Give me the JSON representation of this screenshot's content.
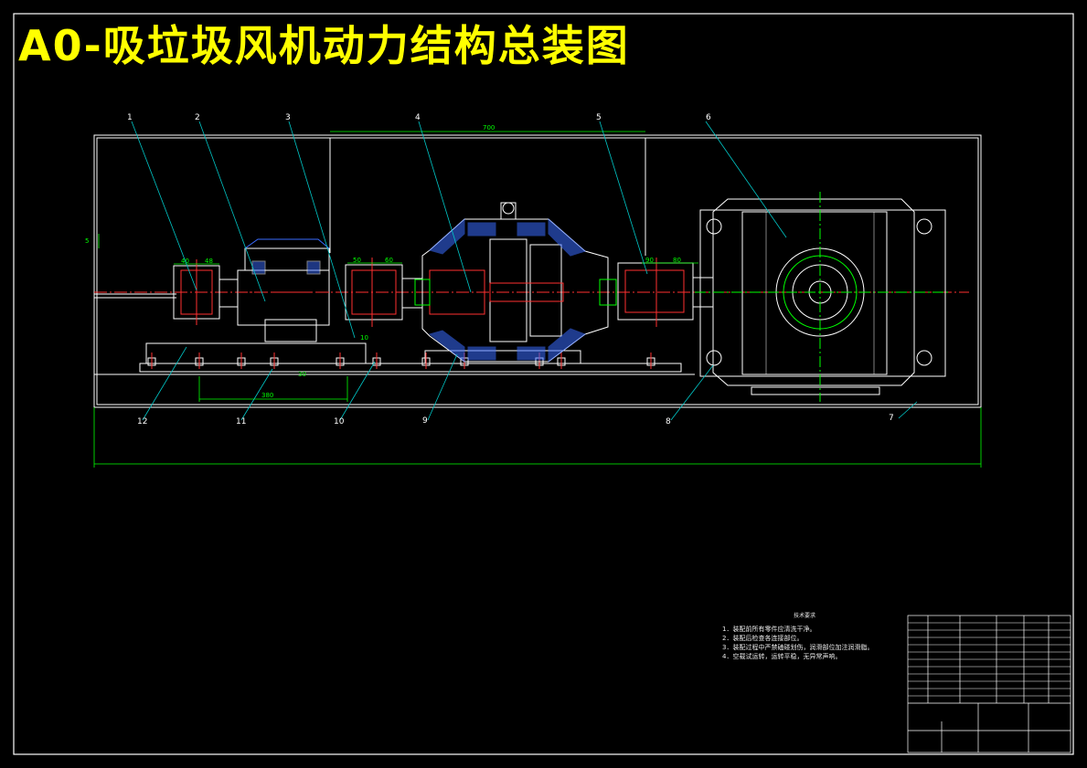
{
  "title": "A0-吸垃圾风机动力结构总装图",
  "balloons": [
    "1",
    "2",
    "3",
    "4",
    "5",
    "6",
    "7",
    "8",
    "9",
    "10",
    "11",
    "12"
  ],
  "dimensions": {
    "d_top": "700",
    "d_40": "40",
    "d_48": "48",
    "d_50": "50",
    "d_60": "60",
    "d_90": "90",
    "d_80": "80",
    "d_380": "380",
    "d_30": "30",
    "d_10": "10",
    "d_5": "5"
  },
  "colors": {
    "frame": "#ffffff",
    "leader": "#00c8c8",
    "center": "#ff3030",
    "part": "#ffffff",
    "hatch": "#3a6cff",
    "dim": "#00ff00",
    "accent": "#c850ff",
    "title": "#ffff00"
  },
  "notes": {
    "heading": "技术要求",
    "items": [
      "1．装配前所有零件应清洗干净。",
      "2．装配后检查各连接部位。",
      "3．装配过程中严禁磕碰划伤，润滑部位加注润滑脂。",
      "4．空载试运转，运转平稳，无异常声响。"
    ]
  }
}
